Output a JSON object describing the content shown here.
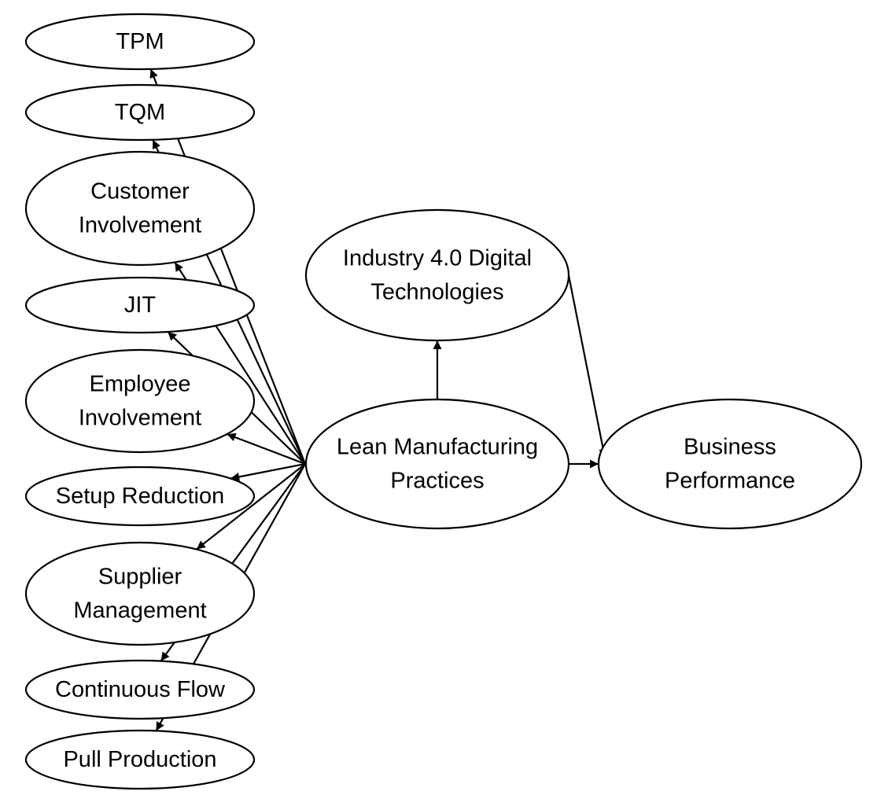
{
  "nodes": {
    "tpm": {
      "lines": [
        "TPM"
      ]
    },
    "tqm": {
      "lines": [
        "TQM"
      ]
    },
    "customer": {
      "lines": [
        "Customer",
        "Involvement"
      ]
    },
    "jit": {
      "lines": [
        "JIT"
      ]
    },
    "employee": {
      "lines": [
        "Employee",
        "Involvement"
      ]
    },
    "setup": {
      "lines": [
        "Setup Reduction"
      ]
    },
    "supplier": {
      "lines": [
        "Supplier",
        "Management"
      ]
    },
    "flow": {
      "lines": [
        "Continuous Flow"
      ]
    },
    "pull": {
      "lines": [
        "Pull Production"
      ]
    },
    "industry": {
      "lines": [
        "Industry 4.0 Digital",
        "Technologies"
      ]
    },
    "lean": {
      "lines": [
        "Lean Manufacturing",
        "Practices"
      ]
    },
    "business": {
      "lines": [
        "Business",
        "Performance"
      ]
    }
  },
  "edges": [
    {
      "from": "lean",
      "to": "tpm"
    },
    {
      "from": "lean",
      "to": "tqm"
    },
    {
      "from": "lean",
      "to": "customer"
    },
    {
      "from": "lean",
      "to": "jit"
    },
    {
      "from": "lean",
      "to": "employee"
    },
    {
      "from": "lean",
      "to": "setup"
    },
    {
      "from": "lean",
      "to": "supplier"
    },
    {
      "from": "lean",
      "to": "flow"
    },
    {
      "from": "lean",
      "to": "pull"
    },
    {
      "from": "lean",
      "to": "industry"
    },
    {
      "from": "lean",
      "to": "business"
    },
    {
      "from": "industry",
      "to": "business"
    }
  ],
  "colors": {
    "stroke": "#000000",
    "fill": "#ffffff"
  }
}
